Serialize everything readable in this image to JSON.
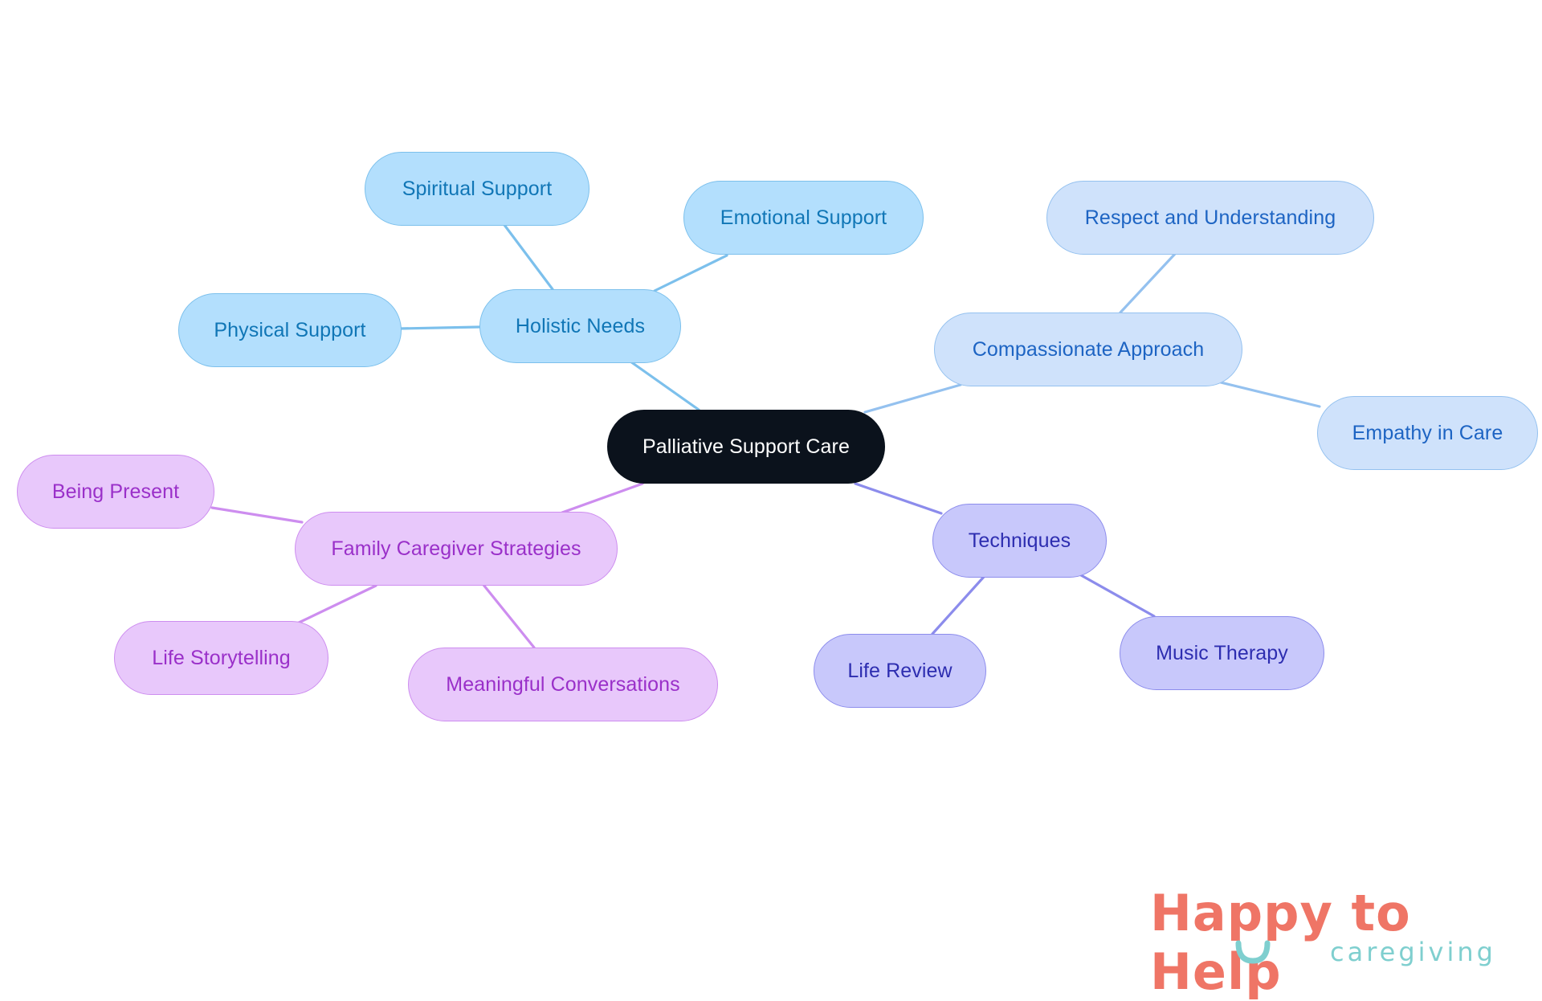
{
  "diagram": {
    "type": "mind-map",
    "root": {
      "id": "root",
      "label": "Palliative Support Care"
    },
    "branches": [
      {
        "id": "holistic",
        "label": "Holistic Needs",
        "children": [
          {
            "id": "spiritual",
            "label": "Spiritual Support"
          },
          {
            "id": "emotional",
            "label": "Emotional Support"
          },
          {
            "id": "physical",
            "label": "Physical Support"
          }
        ]
      },
      {
        "id": "compassion",
        "label": "Compassionate Approach",
        "children": [
          {
            "id": "respect",
            "label": "Respect and Understanding"
          },
          {
            "id": "empathy",
            "label": "Empathy in Care"
          }
        ]
      },
      {
        "id": "techniques",
        "label": "Techniques",
        "children": [
          {
            "id": "lifereview",
            "label": "Life Review"
          },
          {
            "id": "music",
            "label": "Music Therapy"
          }
        ]
      },
      {
        "id": "family",
        "label": "Family Caregiver Strategies",
        "children": [
          {
            "id": "present",
            "label": "Being Present"
          },
          {
            "id": "story",
            "label": "Life Storytelling"
          },
          {
            "id": "conversations",
            "label": "Meaningful Conversations"
          }
        ]
      }
    ],
    "colors": {
      "root_fill": "#0b121c",
      "holistic_fill": "#b3dffd",
      "holistic_text": "#1076b6",
      "compassion_fill": "#cfe2fb",
      "compassion_text": "#1d64c3",
      "techniques_fill": "#c8c8fb",
      "techniques_text": "#2d2db0",
      "family_fill": "#e8c8fb",
      "family_text": "#9a30c9"
    }
  },
  "logo": {
    "title": "Happy to Help",
    "subtitle": "caregiving",
    "title_color": "#ef7566",
    "subtitle_color": "#7fcfcf"
  }
}
